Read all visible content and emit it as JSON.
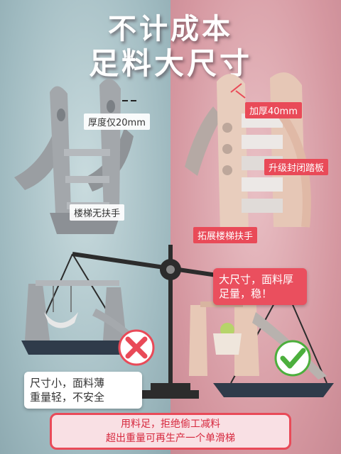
{
  "headline": {
    "line1": "不计成本",
    "line2": "足料大尺寸"
  },
  "left_product": {
    "thickness_label": "厚度仅20mm",
    "stairs_label": "楼梯无扶手"
  },
  "right_product": {
    "thickness_label": "加厚40mm",
    "pedal_label": "升级封闭踏板",
    "handrail_label": "拓展楼梯扶手"
  },
  "comparison": {
    "right_callout_line1": "大尺寸，面料厚",
    "right_callout_line2": "足量，稳！",
    "left_callout_line1": "尺寸小，面料薄",
    "left_callout_line2": "重量轻，不安全"
  },
  "footer": {
    "line1": "用料足，拒绝偷工减料",
    "line2": "超出重量可再生产一个单滑梯"
  },
  "colors": {
    "accent_red": "#e94a58",
    "left_bg": "#a9c3c9",
    "right_bg": "#d597a0",
    "check_green": "#4caf3d"
  }
}
